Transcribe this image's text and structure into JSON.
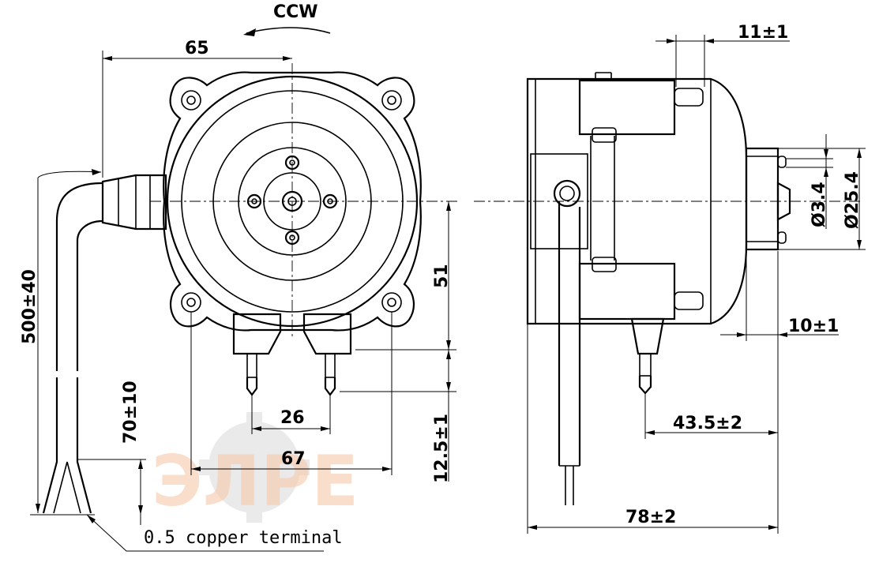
{
  "rotation": {
    "label": "CCW"
  },
  "front_view": {
    "width_to_center": "65",
    "height_center_to_terminal_base": "51",
    "terminal_spacing": "26",
    "mount_hole_spacing": "67",
    "terminal_length": "12.5±1",
    "lead_length": "500±40",
    "strip_length": "70±10",
    "terminal_note": "0.5 copper terminal"
  },
  "side_view": {
    "shaft_length": "11±1",
    "shaft_diameter": "Ø3.4",
    "hub_diameter": "Ø25.4",
    "hub_thickness": "10±1",
    "terminal_offset": "43.5±2",
    "overall_depth": "78±2"
  },
  "watermark": {
    "text": "ЭЛРЕ",
    "colors": [
      "#f2b48a",
      "#d6d6d6"
    ]
  }
}
